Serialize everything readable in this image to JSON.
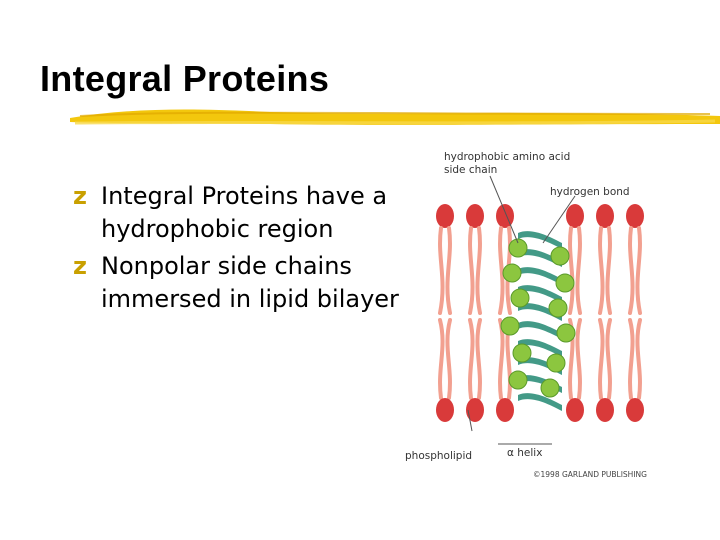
{
  "slide": {
    "title": "Integral Proteins",
    "bullets": [
      {
        "icon": "z-bullet-icon",
        "text": "Integral Proteins have a hydrophobic region"
      },
      {
        "icon": "z-bullet-icon",
        "text": "Nonpolar side chains immersed in lipid bilayer"
      }
    ],
    "accent_color": "#f2c400",
    "bullet_color": "#c9a000"
  },
  "figure": {
    "labels": {
      "hydrophobic_line1": "hydrophobic amino acid",
      "hydrophobic_line2": "side chain",
      "hydrogen_bond": "hydrogen bond",
      "phospholipid": "phospholipid",
      "alpha_helix": "α helix",
      "copyright": "©1998 GARLAND PUBLISHING"
    },
    "colors": {
      "lipid_head": "#d93a3a",
      "lipid_tail": "#f2a090",
      "helix": "#2f8f7a",
      "side_chain": "#8cc63f"
    }
  }
}
